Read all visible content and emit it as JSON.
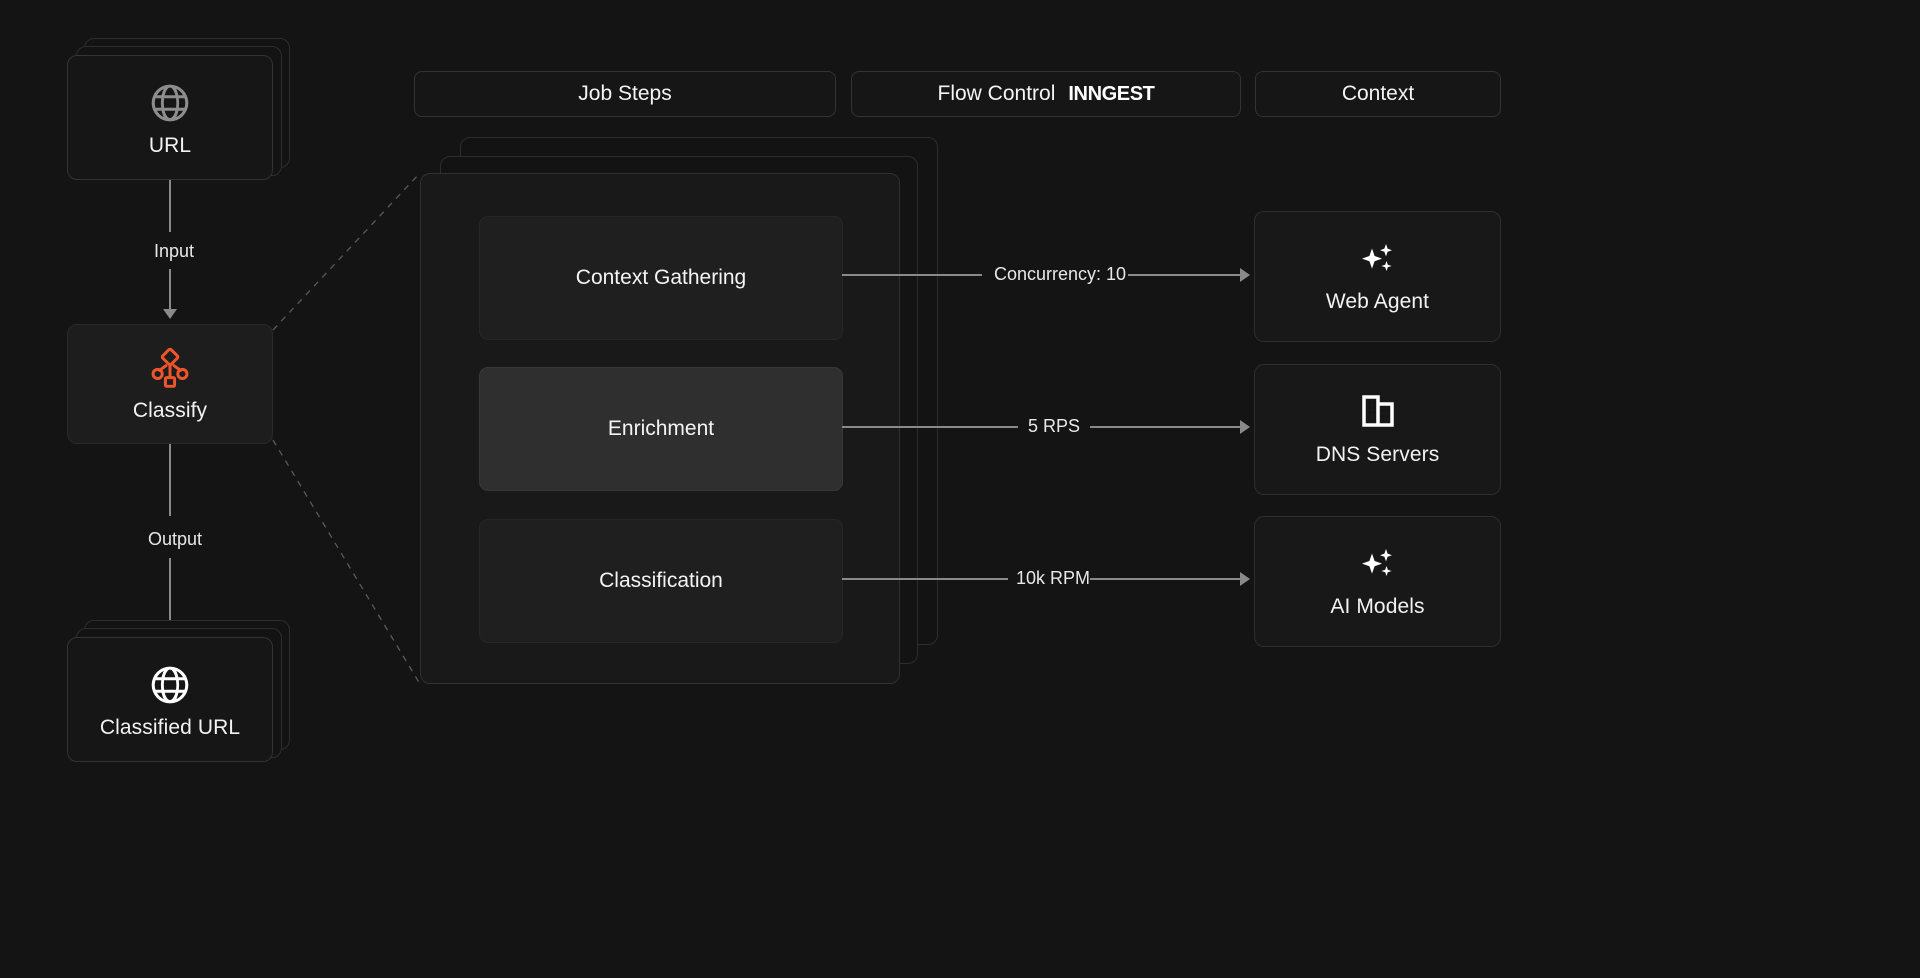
{
  "canvas": {
    "background": "#141414",
    "accent": "#f1562b"
  },
  "tabs": [
    {
      "label": "Job Steps",
      "brand": "",
      "name": "tab-job-steps"
    },
    {
      "label": "Flow Control",
      "brand": "INNGEST",
      "name": "tab-flow-control"
    },
    {
      "label": "Context",
      "brand": "",
      "name": "tab-context"
    }
  ],
  "pipeline": {
    "input_node": {
      "label": "URL",
      "icon": "globe-icon",
      "icon_color": "#8d8d8d",
      "stacked": true
    },
    "input_edge": {
      "label": "Input"
    },
    "process_node": {
      "label": "Classify",
      "icon": "workflow-icon",
      "icon_color": "#f1562b",
      "stacked": false
    },
    "output_edge": {
      "label": "Output"
    },
    "output_node": {
      "label": "Classified URL",
      "icon": "globe-icon",
      "icon_color": "#ffffff",
      "stacked": true
    }
  },
  "job_panel": {
    "stack_layers": 3,
    "steps": [
      {
        "label": "Context Gathering",
        "highlighted": false
      },
      {
        "label": "Enrichment",
        "highlighted": true
      },
      {
        "label": "Classification",
        "highlighted": false
      }
    ]
  },
  "flow_control": [
    {
      "label": "Concurrency: 10"
    },
    {
      "label": "5 RPS"
    },
    {
      "label": "10k RPM"
    }
  ],
  "context_cards": [
    {
      "label": "Web Agent",
      "icon": "sparkles-icon"
    },
    {
      "label": "DNS Servers",
      "icon": "building-icon"
    },
    {
      "label": "AI Models",
      "icon": "sparkles-icon"
    }
  ]
}
